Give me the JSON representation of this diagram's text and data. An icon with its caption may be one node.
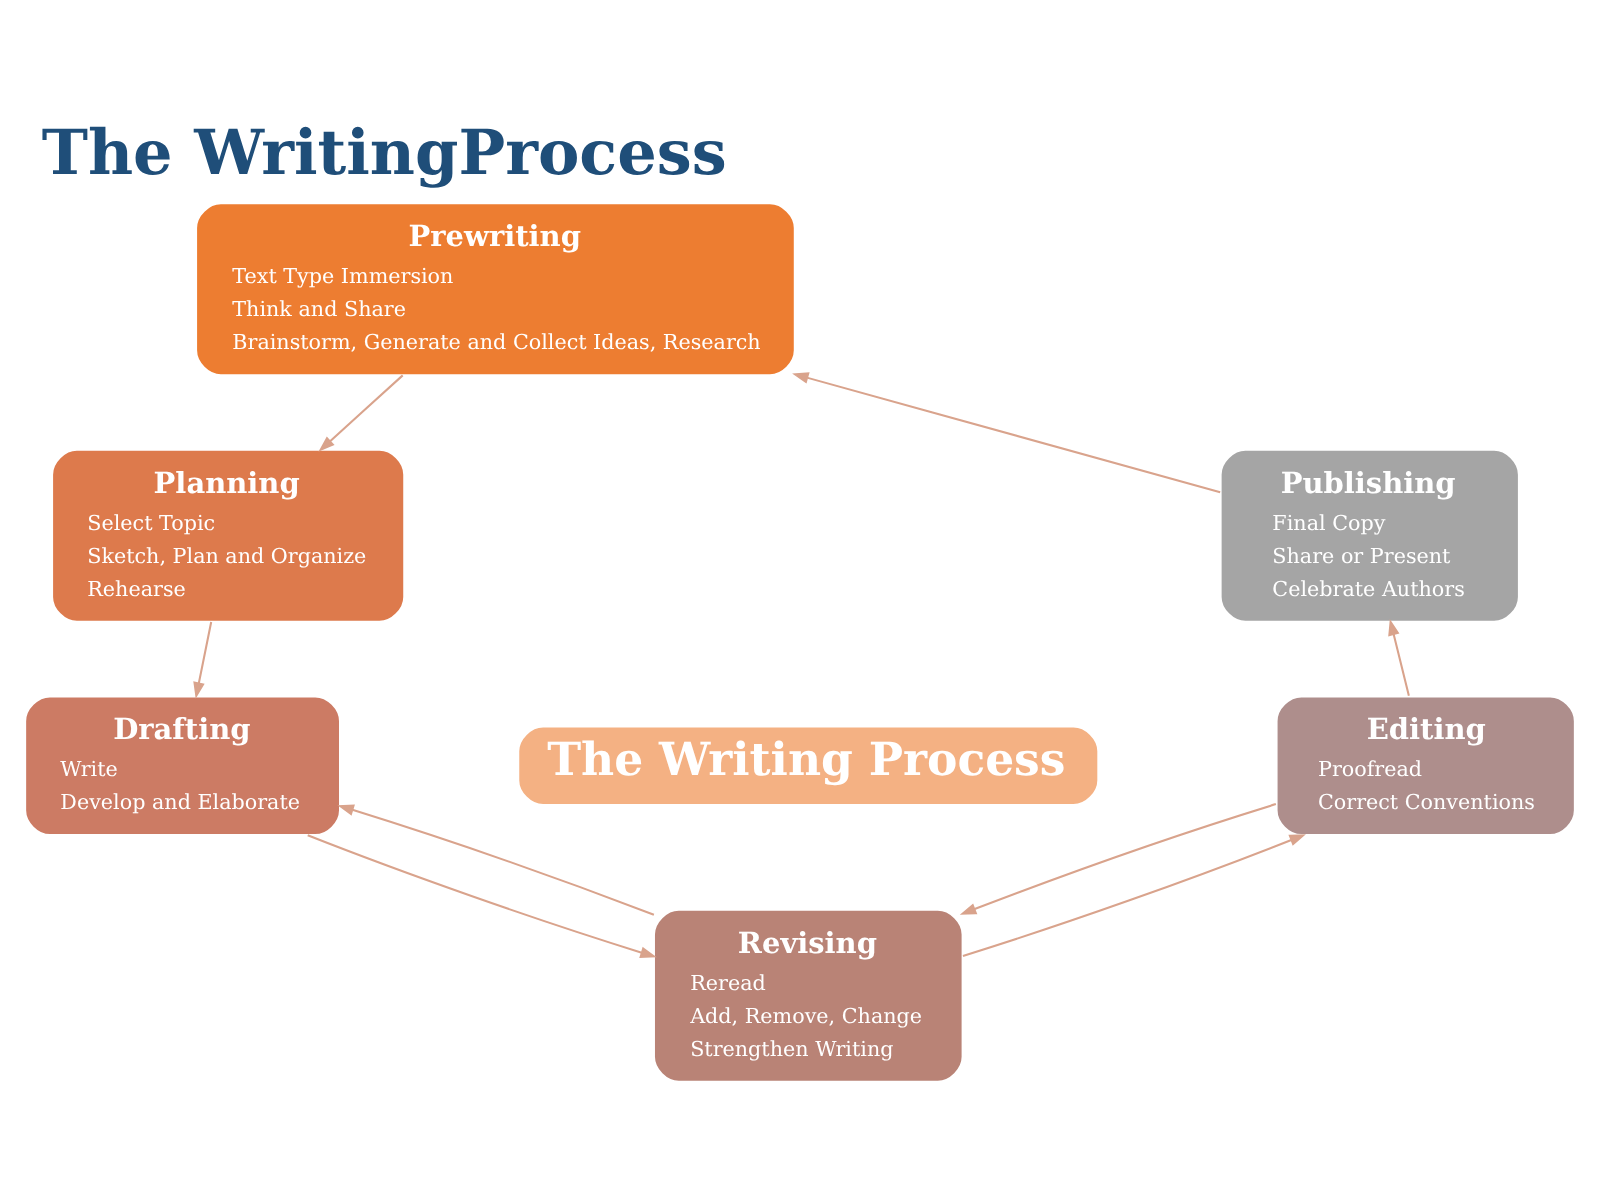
{
  "diagram": {
    "title": "The WritingProcess",
    "nodes": [
      {
        "text": [
          "Prewriting",
          "Text Type Immersion",
          "Think and Share",
          "Brainstorm, Generate and Collect Ideas, Research"
        ]
      },
      {
        "text": [
          "Publishing",
          "Final Copy",
          "Share or Present",
          "Celebrate Authors"
        ]
      },
      {
        "text": [
          "Planning",
          "Select Topic",
          "Sketch, Plan and Organize",
          "Rehearse"
        ]
      },
      {
        "text": [
          "The Writing Process"
        ]
      },
      {
        "text": [
          "Editing",
          "Proofread",
          "Correct Conventions"
        ]
      },
      {
        "text": [
          "Drafting",
          "Write",
          "Develop and Elaborate"
        ]
      },
      {
        "text": [
          "Revising",
          "Reread",
          "Add, Remove, Change",
          "Strengthen Writing"
        ]
      }
    ],
    "edges": [
      {
        "from": 0,
        "to": 2,
        "arrow": "to"
      },
      {
        "from": 2,
        "to": 5,
        "arrow": "to"
      },
      {
        "from": 5,
        "to": 6,
        "arrow": "to"
      },
      {
        "from": 6,
        "to": 4,
        "arrow": "to"
      },
      {
        "from": 4,
        "to": 1,
        "arrow": "to"
      },
      {
        "from": 1,
        "to": 0,
        "arrow": "to"
      },
      {
        "from": 4,
        "to": 6,
        "arrow": "to"
      },
      {
        "from": 6,
        "to": 5,
        "arrow": "to"
      }
    ]
  }
}
